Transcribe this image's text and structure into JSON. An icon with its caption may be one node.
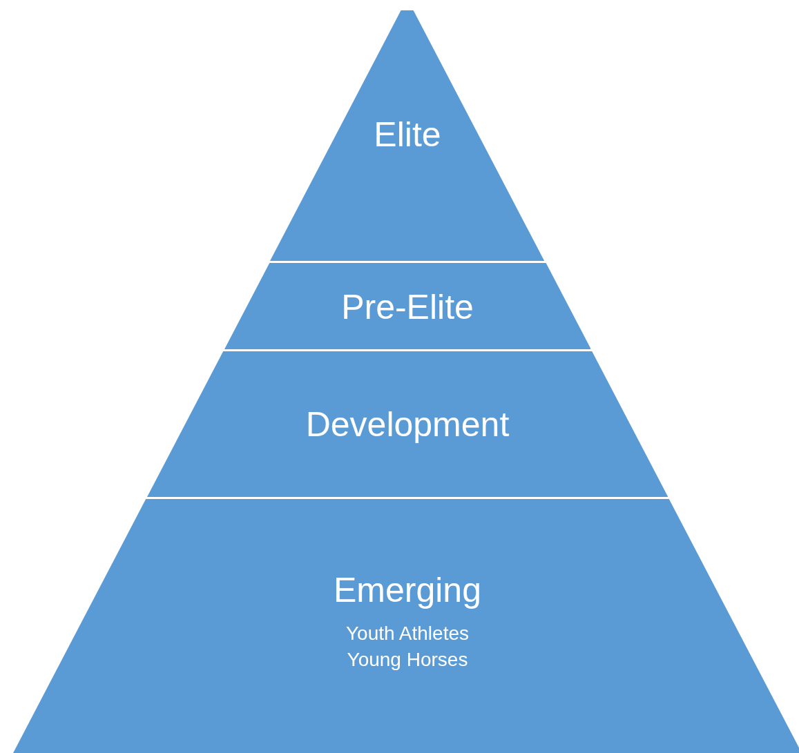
{
  "diagram": {
    "nodes": [
      {
        "text": [
          "Elite"
        ]
      },
      {
        "text": [
          "Pre-Elite"
        ]
      },
      {
        "text": [
          "Development"
        ]
      },
      {
        "text": [
          "Emerging",
          "Youth Athletes",
          "Young Horses"
        ]
      }
    ]
  }
}
